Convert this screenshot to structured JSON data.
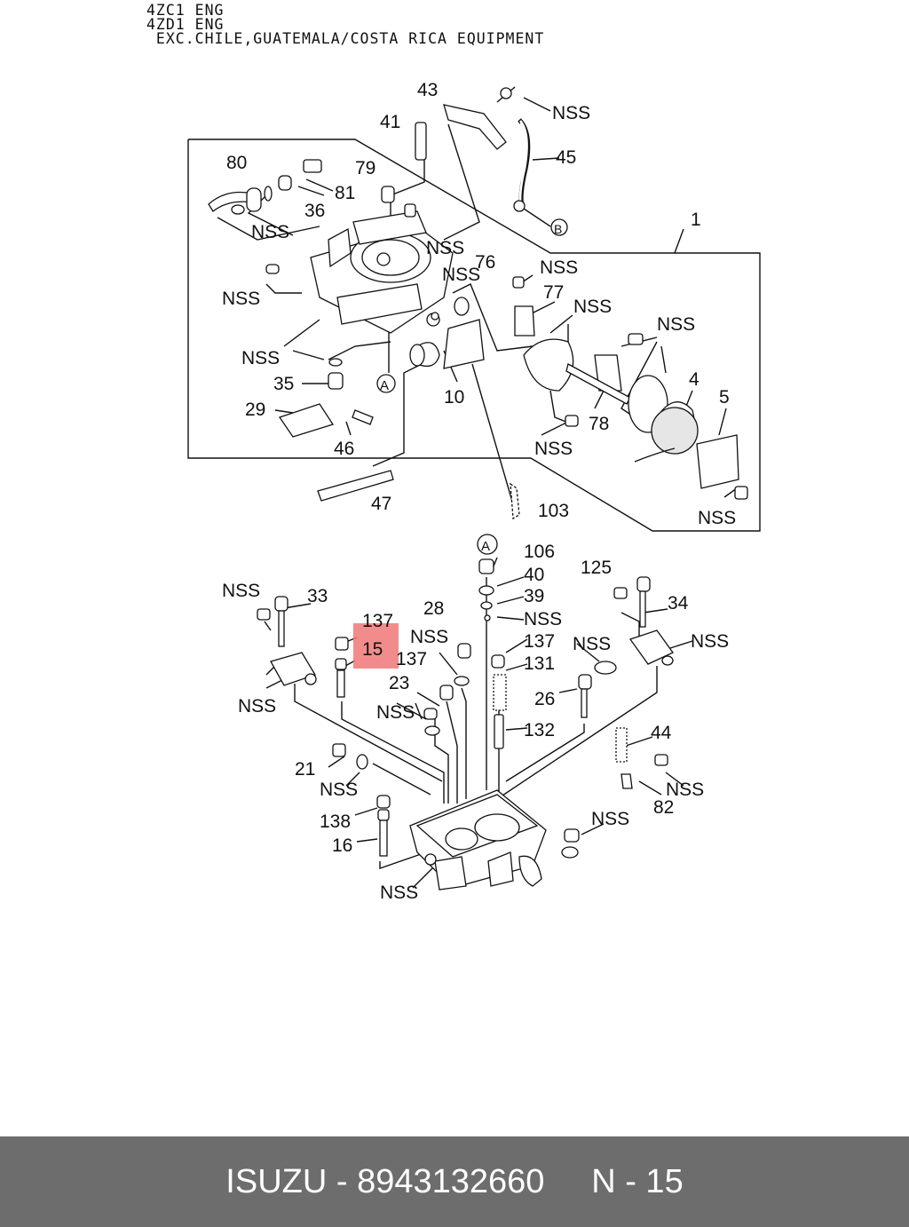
{
  "header": {
    "lines": [
      "4ZC1 ENG",
      "4ZD1 ENG",
      " EXC.CHILE,GUATEMALA/COSTA RICA EQUIPMENT"
    ]
  },
  "labels": {
    "nss": "NSS",
    "l1": "1",
    "l4": "4",
    "l5": "5",
    "l10": "10",
    "l15": "15",
    "l16": "16",
    "l21": "21",
    "l23": "23",
    "l26": "26",
    "l28": "28",
    "l29": "29",
    "l33": "33",
    "l34": "34",
    "l35": "35",
    "l36": "36",
    "l39": "39",
    "l40": "40",
    "l41": "41",
    "l43": "43",
    "l44": "44",
    "l45": "45",
    "l46": "46",
    "l47": "47",
    "l76": "76",
    "l77": "77",
    "l78": "78",
    "l79": "79",
    "l80": "80",
    "l81": "81",
    "l82": "82",
    "l103": "103",
    "l106": "106",
    "l125": "125",
    "l131": "131",
    "l132": "132",
    "l137": "137",
    "l138": "138",
    "refA": "A",
    "refB": "B"
  },
  "highlight": {
    "part": "15",
    "color": "#f07878"
  },
  "footer": {
    "brand": "ISUZU",
    "part_number": "8943132660",
    "ref": "N - 15"
  }
}
